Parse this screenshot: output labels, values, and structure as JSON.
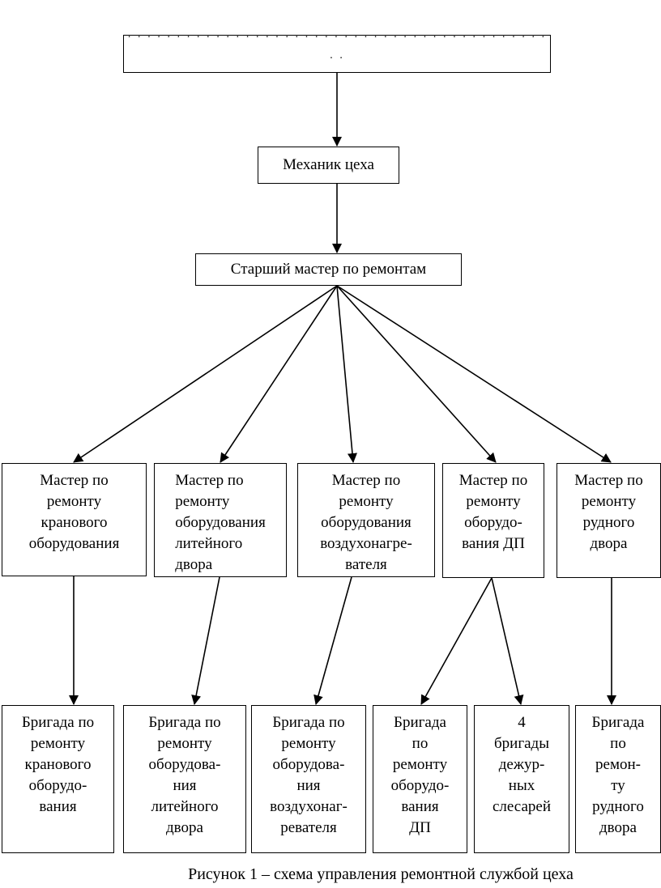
{
  "diagram": {
    "top_box": "· · · · · · · · · · · · · · · · · · · · · · · · · · · · · · · · · · · · · · · · · · · · ·",
    "mechanic": "Механик цеха",
    "senior_master": "Старший мастер по ремонтам",
    "masters": [
      "Мастер по\nремонту\nкранового\nоборудования",
      "Мастер по\nремонту\nоборудования\nлитейного\nдвора",
      "Мастер по\nремонту\nоборудования\nвоздухонагре-\nвателя",
      "Мастер по\nремонту\nоборудо-\nвания ДП",
      "Мастер по\nремонту\nрудного\nдвора"
    ],
    "brigades": [
      "Бригада по\nремонту\nкранового\nоборудо-\nвания",
      "Бригада по\nремонту\nоборудова-\nния\nлитейного\nдвора",
      "Бригада по\nремонту\nоборудова-\nния\nвоздухонаг-\nревателя",
      "Бригада\nпо\nремонту\nоборудо-\nвания\nДП",
      "4\nбригады\nдежур-\nных\nслесарей",
      "Бригада\nпо\nремон-\nту\nрудного\nдвора"
    ]
  },
  "caption": "Рисунок 1 – схема управления ремонтной службой цеха"
}
